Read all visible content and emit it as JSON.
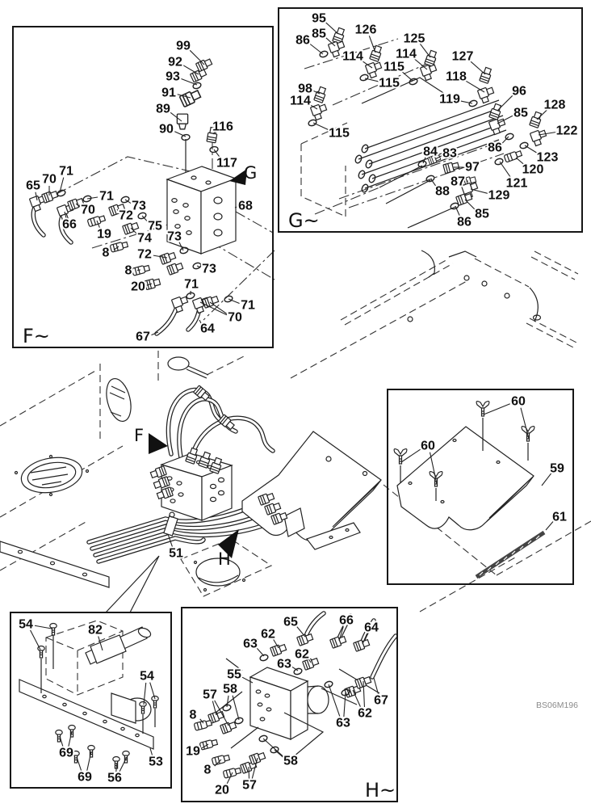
{
  "page": {
    "background": "#ffffff",
    "line_color": "#1a1a1a",
    "drawing_code": "BS06M196"
  },
  "panels": [
    {
      "id": "f",
      "section_label": "F~"
    },
    {
      "id": "g",
      "section_label": "G~"
    },
    {
      "id": "cover",
      "section_label": ""
    },
    {
      "id": "plate",
      "section_label": ""
    },
    {
      "id": "h",
      "section_label": "H~"
    }
  ],
  "view_arrows": {
    "g_arrow_label": "G",
    "f_arrow_label": "F",
    "h_arrow_label": "H"
  },
  "callouts": [
    [
      "f",
      "99",
      227,
      57,
      [
        [
          253,
          80
        ]
      ]
    ],
    [
      "f",
      "92",
      217,
      77,
      [
        [
          246,
          92
        ]
      ]
    ],
    [
      "f",
      "93",
      214,
      95,
      [
        [
          244,
          105
        ]
      ]
    ],
    [
      "f",
      "91",
      209,
      115,
      [
        [
          236,
          121
        ]
      ]
    ],
    [
      "f",
      "89",
      202,
      135,
      [
        [
          225,
          150
        ]
      ]
    ],
    [
      "f",
      "90",
      206,
      160,
      [
        [
          230,
          169
        ]
      ]
    ],
    [
      "f",
      "116",
      276,
      157,
      [
        [
          264,
          166
        ]
      ]
    ],
    [
      "f",
      "117",
      281,
      202,
      [
        [
          265,
          185
        ]
      ]
    ],
    [
      "f",
      "65",
      41,
      230,
      [
        [
          46,
          248
        ]
      ]
    ],
    [
      "f",
      "70",
      61,
      222,
      [
        [
          61,
          242
        ]
      ]
    ],
    [
      "f",
      "71",
      82,
      212,
      [
        [
          74,
          238
        ]
      ]
    ],
    [
      "f",
      "71",
      132,
      243,
      [
        [
          108,
          246
        ]
      ]
    ],
    [
      "f",
      "70",
      109,
      260,
      [
        [
          94,
          252
        ]
      ]
    ],
    [
      "f",
      "66",
      86,
      278,
      [
        [
          80,
          262
        ]
      ]
    ],
    [
      "f",
      "73",
      172,
      255,
      [
        [
          155,
          247
        ]
      ]
    ],
    [
      "f",
      "72",
      156,
      267,
      [
        [
          145,
          259
        ]
      ]
    ],
    [
      "f",
      "19",
      129,
      290,
      [
        [
          120,
          273
        ]
      ]
    ],
    [
      "f",
      "75",
      192,
      280,
      [
        [
          176,
          267
        ]
      ]
    ],
    [
      "f",
      "74",
      179,
      295,
      [
        [
          162,
          282
        ]
      ]
    ],
    [
      "f",
      "73",
      216,
      293,
      [
        [
          227,
          310
        ]
      ]
    ],
    [
      "f",
      "8",
      131,
      313,
      [
        [
          147,
          305
        ]
      ]
    ],
    [
      "f",
      "72",
      179,
      315,
      [
        [
          207,
          319
        ]
      ]
    ],
    [
      "f",
      "8",
      159,
      335,
      [
        [
          174,
          334
        ]
      ]
    ],
    [
      "f",
      "73",
      259,
      333,
      [
        [
          244,
          329
        ]
      ]
    ],
    [
      "f",
      "20",
      171,
      355,
      [
        [
          188,
          351
        ]
      ]
    ],
    [
      "f",
      "71",
      237,
      352,
      [
        [
          236,
          365
        ]
      ]
    ],
    [
      "f",
      "67",
      177,
      417,
      [
        [
          196,
          411
        ]
      ]
    ],
    [
      "f",
      "64",
      257,
      407,
      [
        [
          247,
          396
        ]
      ]
    ],
    [
      "f",
      "70",
      291,
      393,
      [
        [
          260,
          374
        ],
        [
          248,
          374
        ]
      ]
    ],
    [
      "f",
      "71",
      307,
      378,
      [
        [
          283,
          370
        ]
      ]
    ],
    [
      "f",
      "68",
      304,
      255,
      [
        [
          291,
          257
        ]
      ]
    ],
    [
      "g",
      "95",
      395,
      23,
      [
        [
          419,
          42
        ]
      ]
    ],
    [
      "g",
      "85",
      395,
      42,
      [
        [
          415,
          57
        ]
      ]
    ],
    [
      "g",
      "86",
      375,
      50,
      [
        [
          400,
          67
        ]
      ]
    ],
    [
      "g",
      "126",
      453,
      37,
      [
        [
          465,
          65
        ]
      ]
    ],
    [
      "g",
      "114",
      437,
      70,
      [
        [
          461,
          84
        ]
      ]
    ],
    [
      "g",
      "125",
      513,
      48,
      [
        [
          533,
          71
        ]
      ]
    ],
    [
      "g",
      "114",
      503,
      67,
      [
        [
          529,
          86
        ]
      ]
    ],
    [
      "g",
      "127",
      573,
      70,
      [
        [
          601,
          92
        ]
      ]
    ],
    [
      "g",
      "115",
      488,
      83,
      [
        [
          511,
          100
        ]
      ]
    ],
    [
      "g",
      "115",
      482,
      103,
      [
        [
          452,
          97
        ]
      ]
    ],
    [
      "g",
      "118",
      565,
      95,
      [
        [
          600,
          114
        ]
      ]
    ],
    [
      "g",
      "98",
      378,
      110,
      [
        [
          396,
          116
        ]
      ]
    ],
    [
      "g",
      "114",
      372,
      125,
      [
        [
          393,
          135
        ]
      ]
    ],
    [
      "g",
      "119",
      557,
      123,
      [
        [
          585,
          128
        ]
      ]
    ],
    [
      "g",
      "96",
      643,
      113,
      [
        [
          616,
          137
        ]
      ]
    ],
    [
      "g",
      "85",
      645,
      140,
      [
        [
          616,
          153
        ]
      ]
    ],
    [
      "g",
      "128",
      687,
      130,
      [
        [
          665,
          148
        ]
      ]
    ],
    [
      "g",
      "122",
      702,
      162,
      [
        [
          667,
          167
        ]
      ]
    ],
    [
      "g",
      "86",
      613,
      183,
      [
        [
          630,
          169
        ]
      ]
    ],
    [
      "g",
      "123",
      678,
      195,
      [
        [
          650,
          180
        ]
      ]
    ],
    [
      "g",
      "120",
      660,
      210,
      [
        [
          639,
          195
        ]
      ]
    ],
    [
      "g",
      "121",
      640,
      227,
      [
        [
          619,
          200
        ]
      ]
    ],
    [
      "g",
      "115",
      420,
      165,
      [
        [
          388,
          152
        ]
      ]
    ],
    [
      "g",
      "84",
      533,
      188,
      [
        [
          524,
          202
        ]
      ]
    ],
    [
      "g",
      "83",
      557,
      190,
      [
        [
          539,
          197
        ]
      ]
    ],
    [
      "g",
      "97",
      585,
      207,
      [
        [
          562,
          207
        ]
      ]
    ],
    [
      "g",
      "87",
      567,
      225,
      [
        [
          580,
          224
        ]
      ]
    ],
    [
      "g",
      "88",
      548,
      237,
      [
        [
          534,
          222
        ]
      ]
    ],
    [
      "g",
      "129",
      618,
      242,
      [
        [
          583,
          234
        ]
      ]
    ],
    [
      "g",
      "85",
      597,
      265,
      [
        [
          576,
          247
        ]
      ]
    ],
    [
      "g",
      "86",
      575,
      275,
      [
        [
          564,
          255
        ]
      ]
    ],
    [
      "main",
      "51",
      218,
      685,
      [
        [
          208,
          661
        ]
      ]
    ],
    [
      "cover",
      "60",
      642,
      497,
      [
        [
          599,
          513
        ],
        [
          655,
          543
        ]
      ]
    ],
    [
      "cover",
      "60",
      530,
      552,
      [
        [
          497,
          572
        ],
        [
          541,
          599
        ]
      ]
    ],
    [
      "cover",
      "59",
      690,
      580,
      [
        [
          671,
          601
        ]
      ]
    ],
    [
      "cover",
      "61",
      693,
      640,
      [
        [
          676,
          656
        ]
      ]
    ],
    [
      "plate",
      "54",
      32,
      773,
      [
        [
          64,
          778
        ],
        [
          50,
          804
        ]
      ]
    ],
    [
      "plate",
      "82",
      118,
      780,
      [
        [
          127,
          805
        ]
      ]
    ],
    [
      "plate",
      "54",
      182,
      837,
      [
        [
          178,
          872
        ],
        [
          192,
          865
        ]
      ]
    ],
    [
      "plate",
      "69",
      82,
      932,
      [
        [
          74,
          911
        ],
        [
          89,
          905
        ]
      ]
    ],
    [
      "plate",
      "69",
      105,
      962,
      [
        [
          95,
          937
        ],
        [
          113,
          930
        ]
      ]
    ],
    [
      "plate",
      "56",
      142,
      963,
      [
        [
          145,
          944
        ],
        [
          157,
          937
        ]
      ]
    ],
    [
      "plate",
      "53",
      193,
      943,
      [
        [
          186,
          926
        ]
      ]
    ],
    [
      "h",
      "65",
      360,
      770,
      [
        [
          378,
          788
        ]
      ]
    ],
    [
      "h",
      "66",
      429,
      768,
      [
        [
          420,
          793
        ]
      ]
    ],
    [
      "h",
      "64",
      460,
      777,
      [
        [
          449,
          797
        ]
      ]
    ],
    [
      "h",
      "62",
      332,
      785,
      [
        [
          345,
          802
        ]
      ]
    ],
    [
      "h",
      "63",
      310,
      797,
      [
        [
          327,
          812
        ]
      ]
    ],
    [
      "h",
      "62",
      374,
      810,
      [
        [
          385,
          820
        ]
      ]
    ],
    [
      "h",
      "63",
      352,
      822,
      [
        [
          369,
          830
        ]
      ]
    ],
    [
      "h",
      "55",
      290,
      835,
      [
        [
          313,
          845
        ]
      ]
    ],
    [
      "h",
      "58",
      285,
      853,
      [
        [
          281,
          875
        ],
        [
          296,
          891
        ]
      ]
    ],
    [
      "h",
      "57",
      260,
      860,
      [
        [
          268,
          885
        ],
        [
          283,
          898
        ]
      ]
    ],
    [
      "h",
      "8",
      239,
      885,
      [
        [
          252,
          895
        ]
      ]
    ],
    [
      "h",
      "19",
      239,
      930,
      [
        [
          258,
          921
        ]
      ]
    ],
    [
      "h",
      "8",
      257,
      953,
      [
        [
          274,
          940
        ]
      ]
    ],
    [
      "h",
      "20",
      275,
      978,
      [
        [
          288,
          956
        ]
      ]
    ],
    [
      "h",
      "57",
      309,
      972,
      [
        [
          308,
          949
        ],
        [
          319,
          938
        ]
      ]
    ],
    [
      "h",
      "58",
      360,
      942,
      [
        [
          340,
          928
        ],
        [
          326,
          914
        ]
      ]
    ],
    [
      "h",
      "62",
      452,
      883,
      [
        [
          437,
          854
        ],
        [
          450,
          843
        ]
      ]
    ],
    [
      "h",
      "63",
      425,
      895,
      [
        [
          407,
          847
        ],
        [
          428,
          857
        ]
      ]
    ],
    [
      "h",
      "67",
      472,
      867,
      [
        [
          463,
          839
        ]
      ]
    ]
  ],
  "fittings": [
    [
      "fit",
      253,
      80,
      -25
    ],
    [
      "fit",
      246,
      93,
      -25
    ],
    [
      "ring",
      244,
      106,
      -20
    ],
    [
      "fit",
      236,
      121,
      -25,
      1.3
    ],
    [
      "sens",
      226,
      151,
      0,
      1.1
    ],
    [
      "ring",
      230,
      170,
      -10
    ],
    [
      "fit",
      263,
      167,
      -80
    ],
    [
      "ring",
      265,
      185,
      -10
    ],
    [
      "elb",
      46,
      249,
      -20
    ],
    [
      "fit",
      62,
      243,
      -20
    ],
    [
      "ring",
      76,
      239,
      -20
    ],
    [
      "elb",
      80,
      260,
      -20
    ],
    [
      "fit",
      94,
      252,
      -20
    ],
    [
      "ring",
      108,
      246,
      -20
    ],
    [
      "ring",
      155,
      247,
      -20
    ],
    [
      "fit",
      145,
      259,
      -20
    ],
    [
      "plug",
      120,
      273,
      -18
    ],
    [
      "ring",
      176,
      267,
      -20
    ],
    [
      "fit",
      162,
      282,
      -20
    ],
    [
      "plug",
      148,
      305,
      -15
    ],
    [
      "fit",
      208,
      319,
      -20
    ],
    [
      "fit",
      217,
      332,
      -20
    ],
    [
      "ring",
      228,
      310,
      -20
    ],
    [
      "plug",
      175,
      334,
      -15
    ],
    [
      "ring",
      244,
      329,
      -20
    ],
    [
      "fit",
      189,
      351,
      -15
    ],
    [
      "ring",
      236,
      366,
      -20
    ],
    [
      "elb",
      222,
      374,
      -20
    ],
    [
      "elb",
      248,
      375,
      -20
    ],
    [
      "fit",
      261,
      373,
      -20
    ],
    [
      "ring",
      283,
      370,
      -20
    ],
    [
      "fit",
      420,
      44,
      -70
    ],
    [
      "elb",
      416,
      58,
      -20
    ],
    [
      "ring",
      401,
      67,
      -20
    ],
    [
      "fit",
      466,
      66,
      -70
    ],
    [
      "elb",
      462,
      84,
      -20
    ],
    [
      "ring",
      451,
      96,
      -20
    ],
    [
      "fit",
      534,
      72,
      -70
    ],
    [
      "elb",
      530,
      87,
      -20
    ],
    [
      "ring",
      512,
      101,
      -20
    ],
    [
      "fit",
      602,
      93,
      -70
    ],
    [
      "elb",
      601,
      115,
      -20
    ],
    [
      "ring",
      586,
      128,
      -20
    ],
    [
      "fit",
      397,
      117,
      -70
    ],
    [
      "elb",
      394,
      136,
      -20
    ],
    [
      "ring",
      387,
      152,
      -20
    ],
    [
      "fit",
      614,
      138,
      -70
    ],
    [
      "elb",
      615,
      154,
      -20
    ],
    [
      "ring",
      631,
      169,
      -20
    ],
    [
      "fit",
      664,
      148,
      -70
    ],
    [
      "elb",
      666,
      168,
      -20
    ],
    [
      "ring",
      649,
      180,
      -20
    ],
    [
      "plug",
      636,
      193,
      -20
    ],
    [
      "ring",
      618,
      200,
      -20
    ],
    [
      "ring",
      523,
      203,
      -20
    ],
    [
      "fit",
      538,
      197,
      -20,
      0.8
    ],
    [
      "fit",
      559,
      207,
      -15
    ],
    [
      "fit",
      581,
      224,
      -15,
      0.9
    ],
    [
      "ring",
      533,
      221,
      -20
    ],
    [
      "elb",
      581,
      233,
      -20
    ],
    [
      "fit",
      575,
      246,
      -20
    ],
    [
      "ring",
      563,
      255,
      -20
    ],
    [
      "ring",
      452,
      184,
      -65
    ],
    [
      "ring",
      444,
      197,
      -65
    ],
    [
      "ring",
      457,
      203,
      -65
    ],
    [
      "ring",
      448,
      216,
      -65
    ],
    [
      "ring",
      461,
      221,
      -65
    ],
    [
      "ring",
      452,
      233,
      -65
    ],
    [
      "fit",
      330,
      617,
      -20
    ],
    [
      "fit",
      338,
      629,
      -20
    ],
    [
      "fit",
      346,
      641,
      -20
    ],
    [
      "fit",
      238,
      564,
      -70
    ],
    [
      "fit",
      254,
      569,
      -70
    ],
    [
      "fit",
      268,
      576,
      -70
    ],
    [
      "fit",
      196,
      585,
      160
    ],
    [
      "fit",
      200,
      598,
      160
    ],
    [
      "fit",
      204,
      611,
      160
    ],
    [
      "fit",
      250,
      487,
      40
    ],
    [
      "fit",
      281,
      523,
      40
    ],
    [
      "wing",
      496,
      566,
      0
    ],
    [
      "wing",
      540,
      594,
      0
    ],
    [
      "wing",
      598,
      507,
      0
    ],
    [
      "wing",
      654,
      538,
      0
    ],
    [
      "bolt",
      66,
      776,
      0
    ],
    [
      "bolt",
      51,
      804,
      0
    ],
    [
      "bolt",
      177,
      873,
      0
    ],
    [
      "bolt",
      192,
      866,
      0
    ],
    [
      "bolt",
      73,
      908,
      0
    ],
    [
      "bolt",
      89,
      902,
      0
    ],
    [
      "bolt",
      94,
      934,
      0
    ],
    [
      "bolt",
      113,
      927,
      0
    ],
    [
      "bolt",
      144,
      941,
      0
    ],
    [
      "bolt",
      156,
      934,
      0
    ],
    [
      "fit",
      345,
      804,
      -20
    ],
    [
      "ring",
      327,
      814,
      -20
    ],
    [
      "fit",
      385,
      821,
      -20
    ],
    [
      "ring",
      369,
      831,
      -20
    ],
    [
      "fit",
      378,
      791,
      -20
    ],
    [
      "fit",
      419,
      794,
      -20
    ],
    [
      "fit",
      448,
      798,
      -20
    ],
    [
      "fit",
      437,
      855,
      -20
    ],
    [
      "fit",
      450,
      844,
      -20
    ],
    [
      "ring",
      407,
      847,
      -20
    ],
    [
      "ring",
      428,
      857,
      -20
    ],
    [
      "ring",
      281,
      876,
      -20
    ],
    [
      "fit",
      268,
      887,
      -20
    ],
    [
      "ring",
      296,
      892,
      -20
    ],
    [
      "fit",
      283,
      900,
      -20
    ],
    [
      "plug",
      252,
      897,
      -15
    ],
    [
      "plug",
      259,
      921,
      -15
    ],
    [
      "plug",
      274,
      940,
      -15
    ],
    [
      "plug",
      288,
      956,
      -15
    ],
    [
      "fit",
      308,
      949,
      -20
    ],
    [
      "fit",
      319,
      938,
      -20
    ],
    [
      "ring",
      340,
      928,
      -20
    ],
    [
      "ring",
      326,
      914,
      -20
    ]
  ]
}
